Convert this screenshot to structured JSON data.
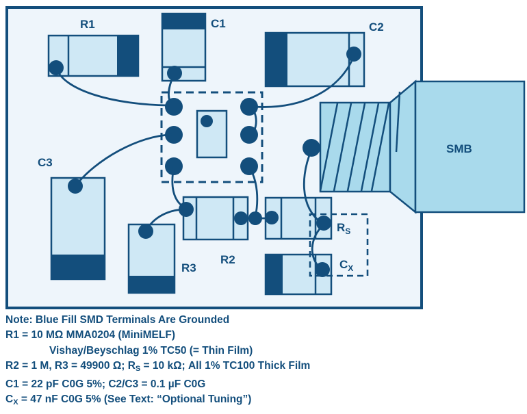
{
  "diagram": {
    "type": "pcb-layout-figure",
    "board_labels": {
      "r1": "R1",
      "c1": "C1",
      "c2": "C2",
      "c3": "C3",
      "r2": "R2",
      "r3": "R3",
      "rs_base": "R",
      "rs_sub": "S",
      "cx_base": "C",
      "cx_sub": "X",
      "smb": "SMB"
    },
    "notes": {
      "line1": "Note: Blue Fill SMD Terminals Are Grounded",
      "line2": "R1 = 10 MΩ MMA0204 (MiniMELF)",
      "line3": "Vishay/Beyschlag 1% TC50 (= Thin Film)",
      "line4_pre": "R2 = 1 M, R3 = 49900 Ω; R",
      "line4_sub": "S",
      "line4_post": " = 10 kΩ; All 1% TC100 Thick Film",
      "line5": "C1 = 22 pF C0G 5%; C2/C3 = 0.1 µF C0G",
      "line6_pre": "C",
      "line6_sub": "X",
      "line6_post": " = 47 nF C0G 5% (See Text: “Optional Tuning”)"
    },
    "colors": {
      "navy": "#134e7c",
      "pad_light": "#cfe8f5",
      "board_fill": "#eef5fb",
      "smb_fill": "#a9daec",
      "background": "#ffffff"
    }
  }
}
